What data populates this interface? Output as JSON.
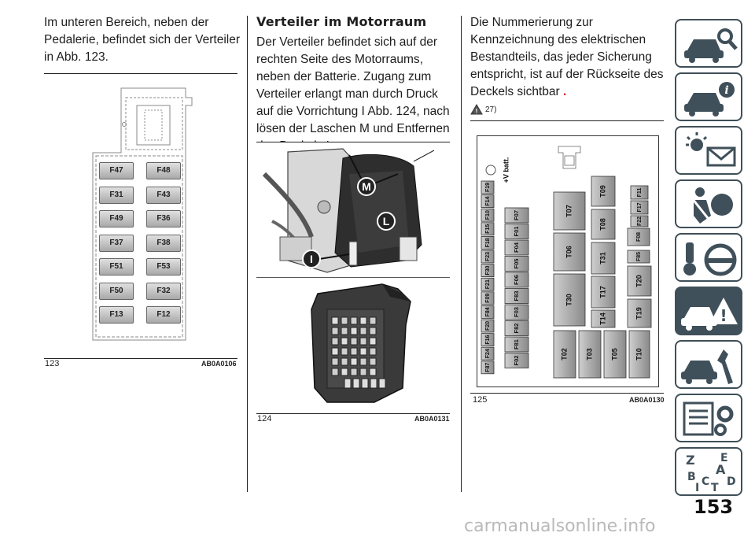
{
  "col1": {
    "text": "Im unteren Bereich, neben der Pedalerie, befindet sich der Verteiler in Abb. 123.",
    "figure": {
      "number": "123",
      "code": "AB0A0106",
      "fuses_left": [
        "F47",
        "F31",
        "F49",
        "F37",
        "F51",
        "F50",
        "F13"
      ],
      "fuses_right": [
        "F48",
        "F43",
        "F36",
        "F38",
        "F53",
        "F32",
        "F12"
      ]
    }
  },
  "col2": {
    "heading": "Verteiler im Motorraum",
    "text": "Der Verteiler befindet sich auf der rechten Seite des Motorraums, neben der Batterie. Zugang zum Verteiler erlangt man durch Druck auf die Vorrichtung I Abb. 124, nach lösen der Laschen M und Entfernen des Deckels L.",
    "figure": {
      "number": "124",
      "code": "AB0A0131",
      "labels": {
        "m": "M",
        "l": "L",
        "i": "I"
      }
    }
  },
  "col3": {
    "text": "Die Nummerierung zur Kennzeichnung des elektrischen Bestandteils, das jeder Sicherung entspricht, ist auf der Rückseite des Deckels sichtbar",
    "text_end": ".",
    "note_ref": "27)",
    "figure": {
      "number": "125",
      "code": "AB0A0130",
      "vbatt": "+V batt.",
      "col_a": [
        "F19",
        "F14",
        "F10",
        "F15",
        "F18",
        "F23",
        "F30",
        "F21",
        "F09",
        "F84",
        "F20",
        "F16",
        "F24",
        "F87"
      ],
      "col_b": [
        "F07",
        "F01",
        "F04",
        "F05",
        "F06",
        "F83",
        "F03",
        "F82",
        "F81",
        "F02"
      ],
      "relays_c": [
        "T07",
        "T06",
        "T30",
        "T02"
      ],
      "relays_d": [
        "T09",
        "T08",
        "T31",
        "T17",
        "T14",
        "T03"
      ],
      "relays_e": [
        "T20",
        "T19",
        "T05"
      ],
      "col_f": [
        "F11",
        "F17",
        "F22",
        "F08",
        "F85"
      ],
      "relay_bottom": "T10"
    }
  },
  "sidebar": [
    "dashboard-search-icon",
    "dashboard-info-icon",
    "lights-envelope-icon",
    "airbag-seatbelt-icon",
    "key-steering-icon",
    "car-warning-icon",
    "car-wrench-icon",
    "list-gears-icon",
    "index-letters-icon"
  ],
  "sidebar_letters": {
    "z": "Z",
    "e": "E",
    "a": "A",
    "b": "B",
    "c": "C",
    "d": "D",
    "t": "T",
    "i": "I"
  },
  "page_number": "153",
  "watermark": "carmanualsonline.info",
  "colors": {
    "accent": "#40505a",
    "warning_red": "#d0121b"
  }
}
